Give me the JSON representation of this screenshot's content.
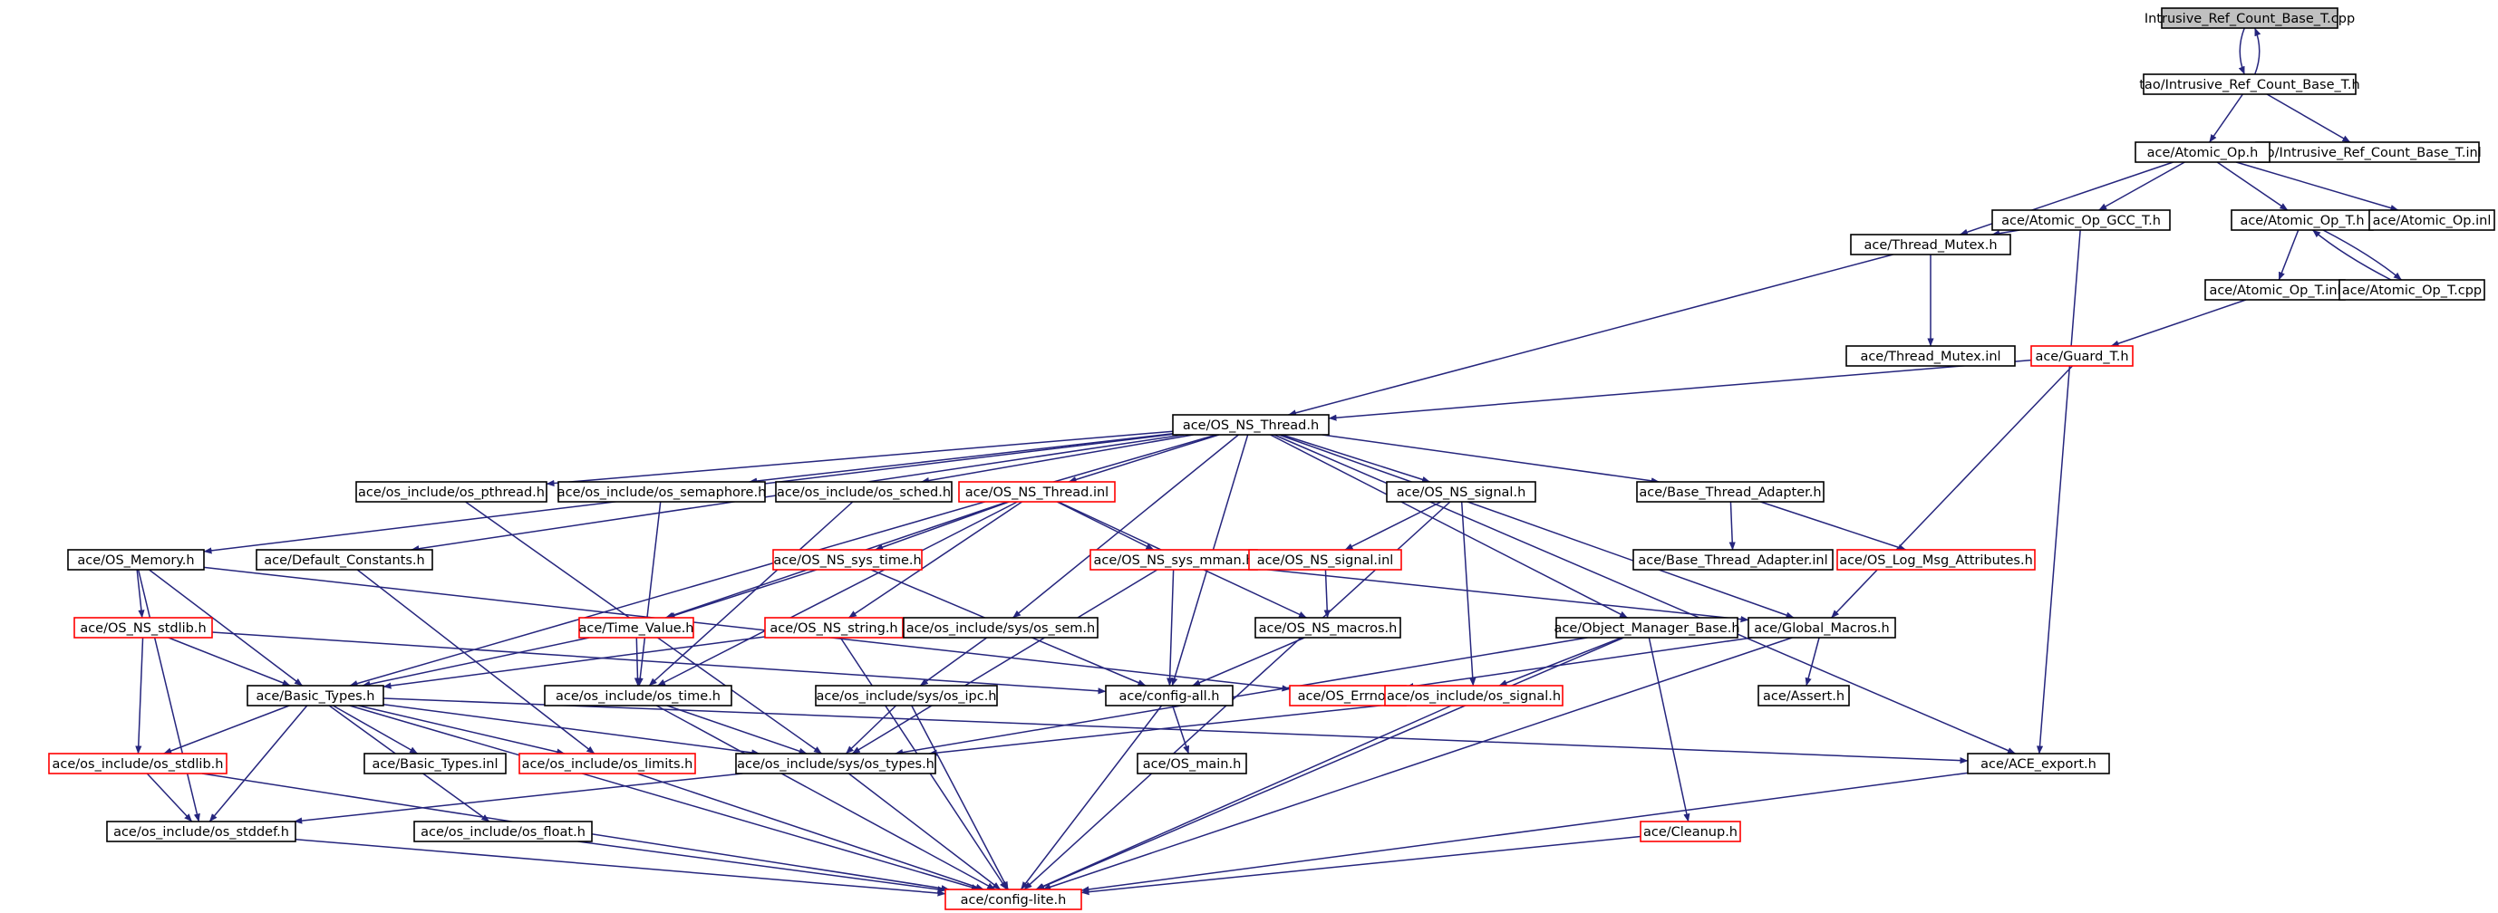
{
  "colors": {
    "edge": "#25257d",
    "normal_border": "#000000",
    "incomplete_border": "#ff0000",
    "root_fill": "#c0c0c0",
    "fill": "#ffffff"
  },
  "nodes": [
    {
      "id": "root",
      "label": "Intrusive_Ref_Count_Base_T.cpp",
      "style": "root"
    },
    {
      "id": "tao_h",
      "label": "tao/Intrusive_Ref_Count_Base_T.h",
      "style": "normal"
    },
    {
      "id": "tao_inl",
      "label": "tao/Intrusive_Ref_Count_Base_T.inl",
      "style": "normal"
    },
    {
      "id": "atomic_op_h",
      "label": "ace/Atomic_Op.h",
      "style": "normal"
    },
    {
      "id": "atomic_op_gcc",
      "label": "ace/Atomic_Op_GCC_T.h",
      "style": "normal"
    },
    {
      "id": "atomic_op_t_h",
      "label": "ace/Atomic_Op_T.h",
      "style": "normal"
    },
    {
      "id": "atomic_op_inl",
      "label": "ace/Atomic_Op.inl",
      "style": "normal"
    },
    {
      "id": "thread_mutex_h",
      "label": "ace/Thread_Mutex.h",
      "style": "normal"
    },
    {
      "id": "atomic_op_t_inl",
      "label": "ace/Atomic_Op_T.inl",
      "style": "normal"
    },
    {
      "id": "atomic_op_t_cpp",
      "label": "ace/Atomic_Op_T.cpp",
      "style": "normal"
    },
    {
      "id": "thread_mutex_inl",
      "label": "ace/Thread_Mutex.inl",
      "style": "normal"
    },
    {
      "id": "guard_t",
      "label": "ace/Guard_T.h",
      "style": "incomplete"
    },
    {
      "id": "os_ns_thread_h",
      "label": "ace/OS_NS_Thread.h",
      "style": "normal"
    },
    {
      "id": "os_pthread",
      "label": "ace/os_include/os_pthread.h",
      "style": "normal"
    },
    {
      "id": "os_semaphore",
      "label": "ace/os_include/os_semaphore.h",
      "style": "normal"
    },
    {
      "id": "os_sched",
      "label": "ace/os_include/os_sched.h",
      "style": "normal"
    },
    {
      "id": "os_ns_thread_inl",
      "label": "ace/OS_NS_Thread.inl",
      "style": "incomplete"
    },
    {
      "id": "os_ns_signal_h",
      "label": "ace/OS_NS_signal.h",
      "style": "normal"
    },
    {
      "id": "base_thread_adapter_h",
      "label": "ace/Base_Thread_Adapter.h",
      "style": "normal"
    },
    {
      "id": "os_memory",
      "label": "ace/OS_Memory.h",
      "style": "normal"
    },
    {
      "id": "default_constants",
      "label": "ace/Default_Constants.h",
      "style": "normal"
    },
    {
      "id": "os_ns_sys_time",
      "label": "ace/OS_NS_sys_time.h",
      "style": "incomplete"
    },
    {
      "id": "os_ns_sys_mman",
      "label": "ace/OS_NS_sys_mman.h",
      "style": "incomplete"
    },
    {
      "id": "os_ns_signal_inl",
      "label": "ace/OS_NS_signal.inl",
      "style": "incomplete"
    },
    {
      "id": "base_thread_adapter_inl",
      "label": "ace/Base_Thread_Adapter.inl",
      "style": "normal"
    },
    {
      "id": "os_log_msg",
      "label": "ace/OS_Log_Msg_Attributes.h",
      "style": "incomplete"
    },
    {
      "id": "os_ns_stdlib",
      "label": "ace/OS_NS_stdlib.h",
      "style": "incomplete"
    },
    {
      "id": "time_value",
      "label": "ace/Time_Value.h",
      "style": "incomplete"
    },
    {
      "id": "os_ns_string",
      "label": "ace/OS_NS_string.h",
      "style": "incomplete"
    },
    {
      "id": "os_sem",
      "label": "ace/os_include/sys/os_sem.h",
      "style": "normal"
    },
    {
      "id": "os_ns_macros",
      "label": "ace/OS_NS_macros.h",
      "style": "normal"
    },
    {
      "id": "object_manager_base",
      "label": "ace/Object_Manager_Base.h",
      "style": "normal"
    },
    {
      "id": "global_macros",
      "label": "ace/Global_Macros.h",
      "style": "normal"
    },
    {
      "id": "basic_types_h",
      "label": "ace/Basic_Types.h",
      "style": "normal"
    },
    {
      "id": "os_time",
      "label": "ace/os_include/os_time.h",
      "style": "normal"
    },
    {
      "id": "os_ipc",
      "label": "ace/os_include/sys/os_ipc.h",
      "style": "normal"
    },
    {
      "id": "config_all",
      "label": "ace/config-all.h",
      "style": "normal"
    },
    {
      "id": "os_errno",
      "label": "ace/OS_Errno.h",
      "style": "incomplete"
    },
    {
      "id": "os_signal",
      "label": "ace/os_include/os_signal.h",
      "style": "incomplete"
    },
    {
      "id": "assert_h",
      "label": "ace/Assert.h",
      "style": "normal"
    },
    {
      "id": "os_stdlib",
      "label": "ace/os_include/os_stdlib.h",
      "style": "incomplete"
    },
    {
      "id": "basic_types_inl",
      "label": "ace/Basic_Types.inl",
      "style": "normal"
    },
    {
      "id": "os_limits",
      "label": "ace/os_include/os_limits.h",
      "style": "incomplete"
    },
    {
      "id": "os_types",
      "label": "ace/os_include/sys/os_types.h",
      "style": "normal"
    },
    {
      "id": "os_main",
      "label": "ace/OS_main.h",
      "style": "normal"
    },
    {
      "id": "ace_export",
      "label": "ace/ACE_export.h",
      "style": "normal"
    },
    {
      "id": "os_stddef",
      "label": "ace/os_include/os_stddef.h",
      "style": "normal"
    },
    {
      "id": "os_float",
      "label": "ace/os_include/os_float.h",
      "style": "normal"
    },
    {
      "id": "cleanup",
      "label": "ace/Cleanup.h",
      "style": "incomplete"
    },
    {
      "id": "config_lite",
      "label": "ace/config-lite.h",
      "style": "incomplete"
    }
  ],
  "edges": [
    [
      "root",
      "tao_h"
    ],
    [
      "tao_h",
      "root"
    ],
    [
      "tao_h",
      "atomic_op_h"
    ],
    [
      "tao_h",
      "tao_inl"
    ],
    [
      "atomic_op_h",
      "thread_mutex_h"
    ],
    [
      "atomic_op_h",
      "atomic_op_gcc"
    ],
    [
      "atomic_op_h",
      "atomic_op_t_h"
    ],
    [
      "atomic_op_h",
      "atomic_op_inl"
    ],
    [
      "atomic_op_gcc",
      "thread_mutex_h"
    ],
    [
      "atomic_op_gcc",
      "ace_export"
    ],
    [
      "atomic_op_t_h",
      "atomic_op_t_inl"
    ],
    [
      "atomic_op_t_h",
      "atomic_op_t_cpp"
    ],
    [
      "atomic_op_t_cpp",
      "atomic_op_t_h"
    ],
    [
      "atomic_op_t_inl",
      "guard_t"
    ],
    [
      "thread_mutex_h",
      "thread_mutex_inl"
    ],
    [
      "thread_mutex_h",
      "os_ns_thread_h"
    ],
    [
      "guard_t",
      "os_ns_thread_h"
    ],
    [
      "guard_t",
      "global_macros"
    ],
    [
      "os_ns_thread_h",
      "os_memory"
    ],
    [
      "os_ns_thread_h",
      "basic_types_h"
    ],
    [
      "os_ns_thread_h",
      "default_constants"
    ],
    [
      "os_ns_thread_h",
      "os_pthread"
    ],
    [
      "os_ns_thread_h",
      "os_semaphore"
    ],
    [
      "os_ns_thread_h",
      "os_sched"
    ],
    [
      "os_ns_thread_h",
      "os_ns_thread_inl"
    ],
    [
      "os_ns_thread_h",
      "os_sem"
    ],
    [
      "os_ns_thread_h",
      "os_ns_signal_h"
    ],
    [
      "os_ns_thread_h",
      "base_thread_adapter_h"
    ],
    [
      "os_ns_thread_h",
      "object_manager_base"
    ],
    [
      "os_ns_thread_h",
      "global_macros"
    ],
    [
      "os_ns_thread_h",
      "ace_export"
    ],
    [
      "os_ns_thread_h",
      "config_all"
    ],
    [
      "os_pthread",
      "os_types"
    ],
    [
      "os_semaphore",
      "os_time"
    ],
    [
      "os_sched",
      "os_time"
    ],
    [
      "os_ns_thread_inl",
      "os_ns_sys_time"
    ],
    [
      "os_ns_thread_inl",
      "os_ns_sys_mman"
    ],
    [
      "os_ns_thread_inl",
      "time_value"
    ],
    [
      "os_ns_thread_inl",
      "os_ns_string"
    ],
    [
      "os_ns_thread_inl",
      "os_ns_macros"
    ],
    [
      "os_ns_thread_inl",
      "os_time"
    ],
    [
      "os_ns_signal_h",
      "os_ns_signal_inl"
    ],
    [
      "os_ns_signal_h",
      "os_signal"
    ],
    [
      "os_ns_signal_h",
      "config_lite"
    ],
    [
      "os_ns_signal_inl",
      "os_ns_macros"
    ],
    [
      "base_thread_adapter_h",
      "base_thread_adapter_inl"
    ],
    [
      "base_thread_adapter_h",
      "os_log_msg"
    ],
    [
      "os_memory",
      "os_ns_stdlib"
    ],
    [
      "os_memory",
      "basic_types_h"
    ],
    [
      "os_memory",
      "os_stddef"
    ],
    [
      "os_memory",
      "os_errno"
    ],
    [
      "default_constants",
      "os_limits"
    ],
    [
      "os_ns_sys_time",
      "time_value"
    ],
    [
      "os_ns_sys_time",
      "config_all"
    ],
    [
      "os_ns_sys_mman",
      "global_macros"
    ],
    [
      "os_ns_sys_mman",
      "config_all"
    ],
    [
      "os_ns_sys_mman",
      "os_types"
    ],
    [
      "os_ns_stdlib",
      "basic_types_h"
    ],
    [
      "os_ns_stdlib",
      "os_stdlib"
    ],
    [
      "os_ns_stdlib",
      "config_all"
    ],
    [
      "time_value",
      "basic_types_h"
    ],
    [
      "time_value",
      "os_time"
    ],
    [
      "os_ns_string",
      "basic_types_h"
    ],
    [
      "os_ns_string",
      "config_lite"
    ],
    [
      "os_sem",
      "os_ipc"
    ],
    [
      "os_ipc",
      "os_types"
    ],
    [
      "os_ipc",
      "config_lite"
    ],
    [
      "os_ns_macros",
      "config_all"
    ],
    [
      "object_manager_base",
      "os_signal"
    ],
    [
      "object_manager_base",
      "cleanup"
    ],
    [
      "object_manager_base",
      "config_lite"
    ],
    [
      "object_manager_base",
      "os_types"
    ],
    [
      "global_macros",
      "assert_h"
    ],
    [
      "global_macros",
      "os_errno"
    ],
    [
      "global_macros",
      "config_lite"
    ],
    [
      "basic_types_h",
      "basic_types_inl"
    ],
    [
      "basic_types_h",
      "os_limits"
    ],
    [
      "basic_types_h",
      "os_types"
    ],
    [
      "basic_types_h",
      "os_stdlib"
    ],
    [
      "basic_types_h",
      "os_stddef"
    ],
    [
      "basic_types_h",
      "os_float"
    ],
    [
      "basic_types_h",
      "ace_export"
    ],
    [
      "basic_types_h",
      "config_lite"
    ],
    [
      "os_time",
      "os_types"
    ],
    [
      "os_time",
      "config_lite"
    ],
    [
      "config_all",
      "os_main"
    ],
    [
      "config_all",
      "config_lite"
    ],
    [
      "os_signal",
      "os_types"
    ],
    [
      "os_signal",
      "config_lite"
    ],
    [
      "os_stdlib",
      "os_stddef"
    ],
    [
      "os_stdlib",
      "config_lite"
    ],
    [
      "os_limits",
      "config_lite"
    ],
    [
      "os_types",
      "os_stddef"
    ],
    [
      "os_types",
      "config_lite"
    ],
    [
      "os_stddef",
      "config_lite"
    ],
    [
      "os_float",
      "config_lite"
    ],
    [
      "ace_export",
      "config_lite"
    ],
    [
      "cleanup",
      "config_lite"
    ]
  ]
}
